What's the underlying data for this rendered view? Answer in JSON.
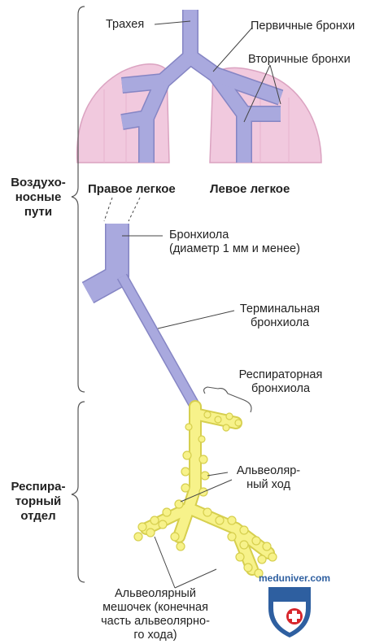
{
  "labels": {
    "trachea": "Трахея",
    "primary_bronchi": "Первичные бронхи",
    "secondary_bronchi": "Вторичные бронхи",
    "right_lung": "Правое легкое",
    "left_lung": "Левое легкое",
    "bronchiole_line1": "Бронхиола",
    "bronchiole_line2": "(диаметр 1 мм и менее)",
    "terminal_line1": "Терминальная",
    "terminal_line2": "бронхиола",
    "respiratory_line1": "Респираторная",
    "respiratory_line2": "бронхиола",
    "alveolar_duct_line1": "Альвеоляр-",
    "alveolar_duct_line2": "ный ход",
    "alveolar_sac_line1": "Альвеолярный",
    "alveolar_sac_line2": "мешочек (конечная",
    "alveolar_sac_line3": "часть альвеолярно-",
    "alveolar_sac_line4": "го хода)"
  },
  "sections": {
    "airways_line1": "Воздухо-",
    "airways_line2": "носные",
    "airways_line3": "пути",
    "respiratory_line1": "Респира-",
    "respiratory_line2": "торный",
    "respiratory_line3": "отдел"
  },
  "watermark": "meduniver.com",
  "colors": {
    "airway": "#a9a9de",
    "airway_edge": "#8585c4",
    "lung": "#f1c9de",
    "lung_edge": "#dba3c1",
    "alveoli": "#f7f28a",
    "alveoli_edge": "#d6cf4e",
    "brand_blue": "#2e5fa0",
    "brand_red": "#d7262c"
  },
  "icons": [
    "shield-cross-icon"
  ]
}
